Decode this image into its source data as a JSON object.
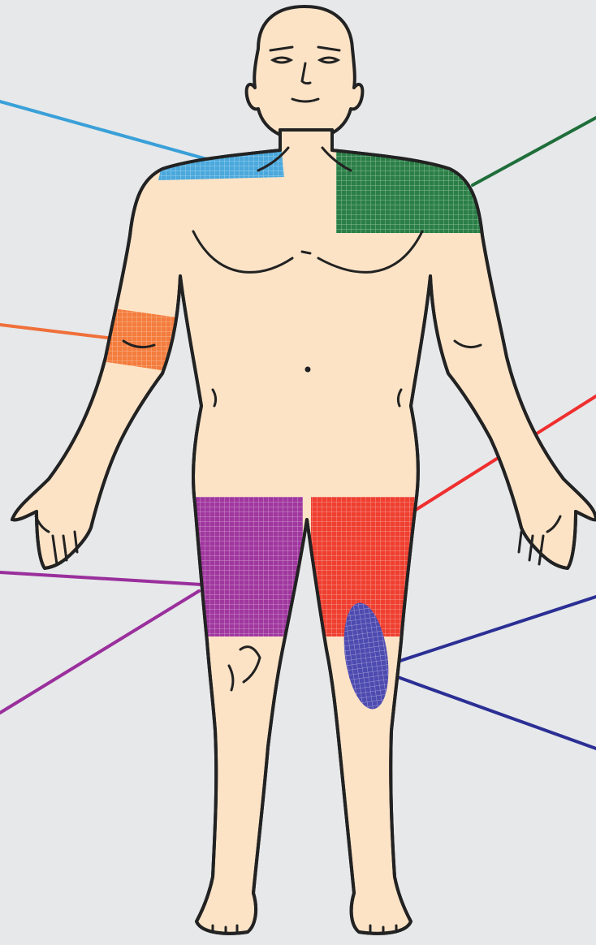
{
  "background": "#e6e8ea",
  "skin": "#fce3c6",
  "outline": "#222222",
  "regions": [
    {
      "id": "left-shoulder-region",
      "color": "#4aa8dc"
    },
    {
      "id": "right-shoulder-region",
      "color": "#2a7f46"
    },
    {
      "id": "upper-arm-band-region",
      "color": "#f47c3c"
    },
    {
      "id": "left-thigh-region",
      "color": "#a0379f"
    },
    {
      "id": "right-thigh-region",
      "color": "#ef3f2f"
    },
    {
      "id": "knee-oval-region",
      "color": "#4d4ab0"
    }
  ],
  "callouts": [
    {
      "id": "blue-callout-line",
      "color": "#3aa0d8"
    },
    {
      "id": "green-callout-line",
      "color": "#1f6e3a"
    },
    {
      "id": "orange-callout-line",
      "color": "#f0703a"
    },
    {
      "id": "red-callout-line",
      "color": "#ef2f2f"
    },
    {
      "id": "purple-callout-line-upper",
      "color": "#9a2f9c"
    },
    {
      "id": "purple-callout-line-lower",
      "color": "#9a2f9c"
    },
    {
      "id": "navy-callout-line-upper",
      "color": "#2b2f94"
    },
    {
      "id": "navy-callout-line-lower",
      "color": "#2b2f94"
    }
  ]
}
